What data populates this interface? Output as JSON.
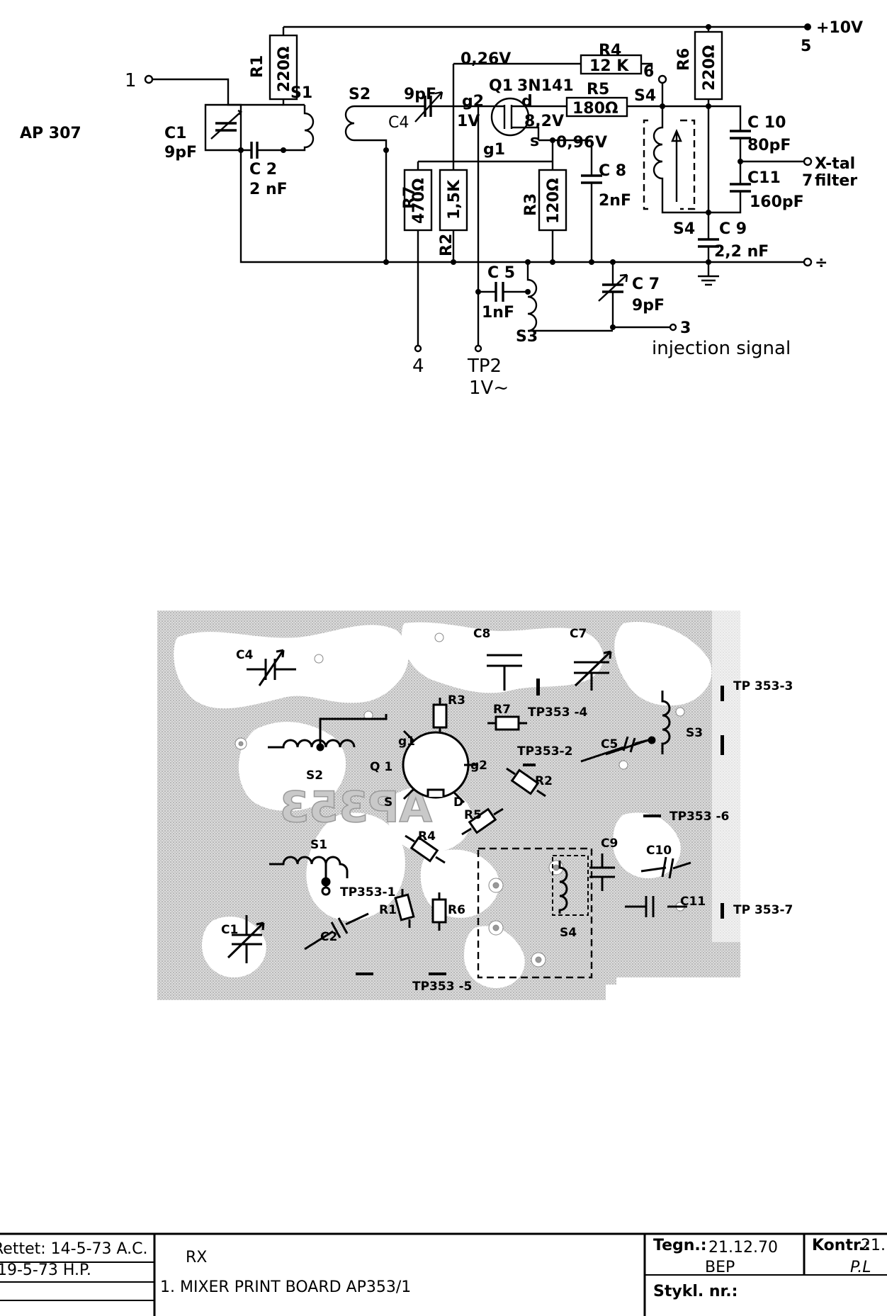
{
  "schematic": {
    "board_id": "AP 307",
    "nodes": {
      "n1": "1",
      "n3": "3",
      "n4": "4",
      "n5": "5",
      "n6": "6",
      "n7": "7",
      "plus10v": "+10V",
      "ground": "÷"
    },
    "voltages": {
      "v026": "0,26V",
      "v1": "1V",
      "v82": "8,2V",
      "v096": "0,96",
      "v_unit": "V"
    },
    "components": {
      "r1": {
        "ref": "R1",
        "value": "220Ω"
      },
      "r2": {
        "ref": "R2",
        "value": "1,5K"
      },
      "r3": {
        "ref": "R3",
        "value": "120Ω"
      },
      "r4": {
        "ref": "R4",
        "value": "12 K"
      },
      "r5": {
        "ref": "R5",
        "value": "180Ω"
      },
      "r6": {
        "ref": "R6",
        "value": "220Ω"
      },
      "r7": {
        "ref": "R7",
        "value": "470Ω"
      },
      "c1": {
        "ref": "C1",
        "value": "9pF"
      },
      "c2": {
        "ref": "C 2",
        "value": "2 nF"
      },
      "c4": {
        "ref": "C4",
        "value": "9pF"
      },
      "c5": {
        "ref": "C 5",
        "value": "1nF"
      },
      "c7": {
        "ref": "C 7",
        "value": "9pF"
      },
      "c8": {
        "ref": "C 8",
        "value": "2nF"
      },
      "c9": {
        "ref": "C 9",
        "value": "2,2 nF"
      },
      "c10": {
        "ref": "C 10",
        "value": "80pF"
      },
      "c11": {
        "ref": "C11",
        "value": "160pF"
      },
      "q1": {
        "ref": "Q1",
        "part": "3N141"
      },
      "s1": "S1",
      "s2": "S2",
      "s3": "S3",
      "s4": "S4"
    },
    "pins": {
      "g1": "g1",
      "g2": "g2",
      "d": "d",
      "s": "s"
    },
    "labels": {
      "xtal_1": "X-tal",
      "xtal_2": "filter",
      "injection": "injection  signal",
      "tp2": "TP2",
      "tp2_level": "1V~"
    }
  },
  "pcb": {
    "silkscreen": "AP353",
    "components": [
      "C4",
      "C8",
      "C7",
      "R3",
      "R7",
      "S2",
      "S3",
      "C5",
      "Q 1",
      "R2",
      "R5",
      "R4",
      "S1",
      "C9",
      "C10",
      "C11",
      "R1",
      "R6",
      "C1",
      "C2",
      "S4"
    ],
    "pins": [
      "g1",
      "g2",
      "S",
      "D"
    ],
    "test_points": [
      "TP 353-3",
      "TP353 -4",
      "TP353-2",
      "TP353 -6",
      "TP353-1",
      "TP 353-7",
      "TP353 -5"
    ]
  },
  "title_block": {
    "rettet_line1": "Rettet: 14-5-73 A.C.",
    "rettet_line2": "19-5-73  H.P.",
    "section": "RX",
    "title": "1. MIXER PRINT  BOARD AP353/1",
    "tegn_label": "Tegn.:",
    "tegn_date": "21.12.70",
    "tegn_by": "BEP",
    "kontr_label": "Kontr.:",
    "kontr_date": "21.",
    "kontr_sign": "P.L",
    "stykl_label": "Stykl. nr.:"
  }
}
